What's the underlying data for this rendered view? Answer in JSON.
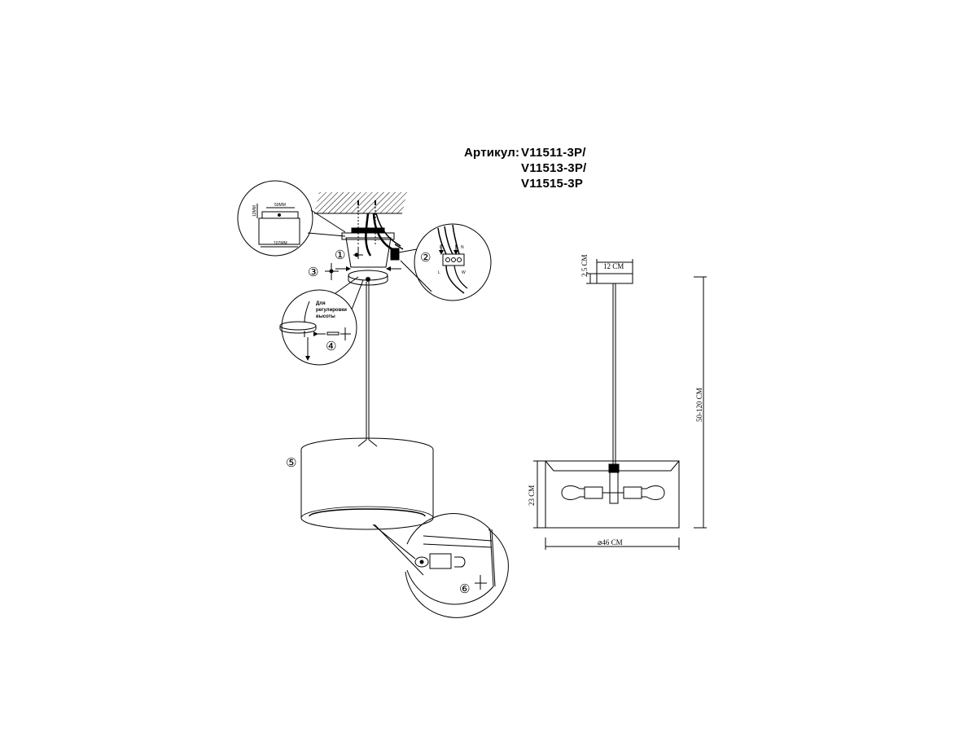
{
  "article": {
    "label": "Артикул:",
    "codes": [
      "V11511-3P/",
      "V11513-3P/",
      "V11515-3P"
    ]
  },
  "steps": [
    "①",
    "②",
    "③",
    "④",
    "⑤",
    "⑥"
  ],
  "callouts": {
    "height_note_line1": "Для",
    "height_note_line2": "регулировки",
    "height_note_line3": "высоты",
    "mount_width": "50MM",
    "mount_width_bottom": "107MM",
    "mount_height": "12MM",
    "terminal_l": "L",
    "terminal_n": "N",
    "terminal_w": "W"
  },
  "dimensions": {
    "canopy_height": "2,5 CM",
    "canopy_width": "12 CM",
    "drop_length": "50-120 CM",
    "shade_height": "23 CM",
    "shade_diameter": "⌀46 CM"
  },
  "colors": {
    "line": "#000000",
    "background": "#ffffff"
  }
}
